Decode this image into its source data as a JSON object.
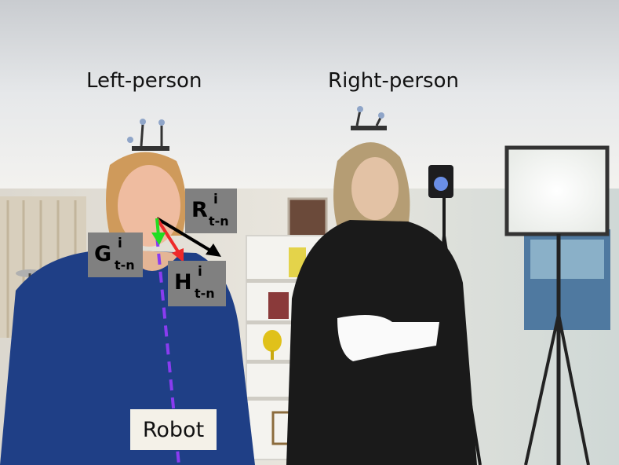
{
  "labels": {
    "left_person": "Left-person",
    "right_person": "Right-person",
    "robot": "Robot"
  },
  "vectors": {
    "R": {
      "symbol": "R",
      "superscript": "i",
      "subscript": "t-n",
      "color": "#000000"
    },
    "G": {
      "symbol": "G",
      "superscript": "i",
      "subscript": "t-n",
      "color": "#22dd22"
    },
    "H": {
      "symbol": "H",
      "superscript": "i",
      "subscript": "t-n",
      "color": "#ee2a2a"
    },
    "robot_line_color": "#8a3cf0"
  },
  "colors": {
    "label_box": "#808080",
    "robot_box": "#f4f1e8"
  }
}
